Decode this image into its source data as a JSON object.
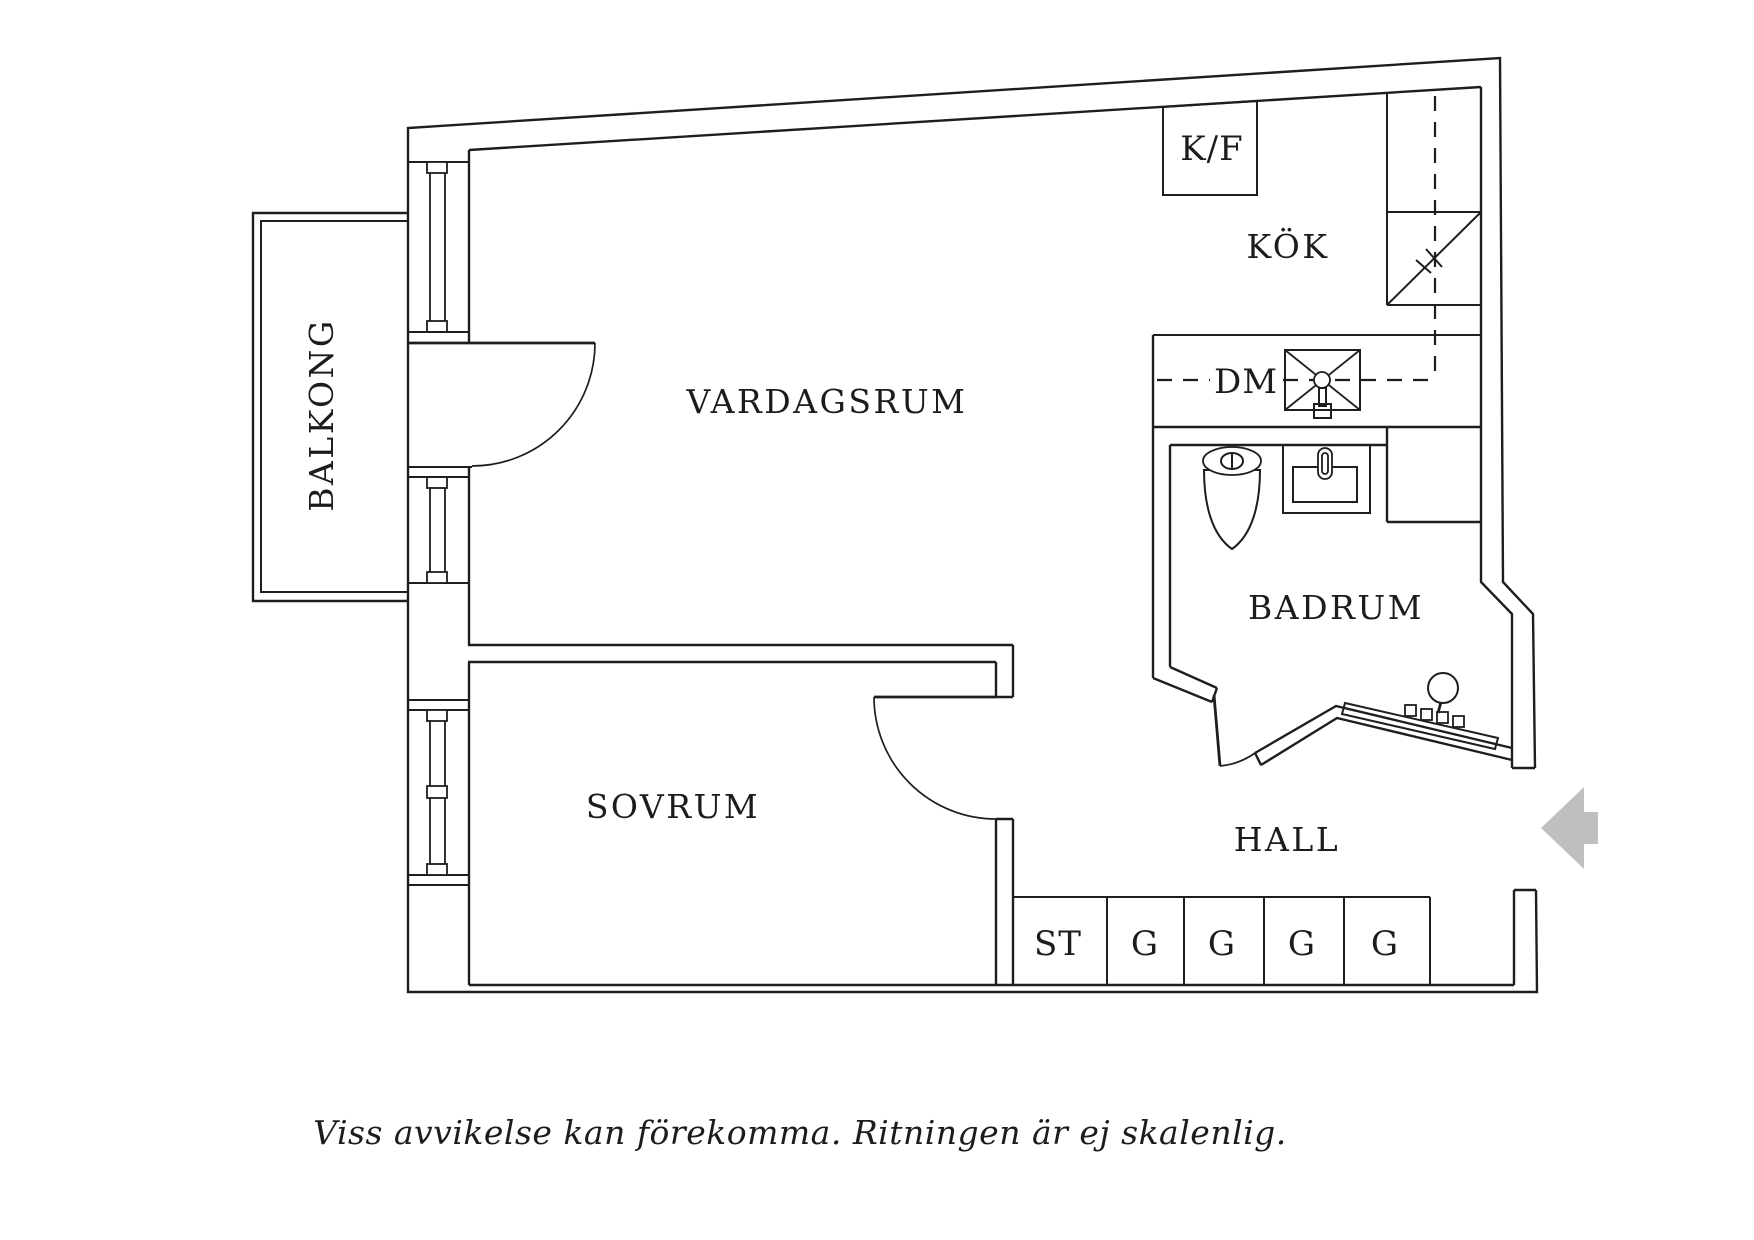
{
  "rooms": {
    "balcony": "BALKONG",
    "living_room": "VARDAGSRUM",
    "kitchen": "KÖK",
    "bedroom": "SOVRUM",
    "bathroom": "BADRUM",
    "hall": "HALL"
  },
  "appliances": {
    "fridge_freezer": "K/F",
    "dishwasher": "DM"
  },
  "closets": [
    "ST",
    "G",
    "G",
    "G",
    "G"
  ],
  "caption": "Viss avvikelse kan förekomma. Ritningen är ej skalenlig.",
  "colors": {
    "line": "#1e1e1e",
    "entrance_arrow": "#bfbfbf",
    "background": "#ffffff"
  }
}
